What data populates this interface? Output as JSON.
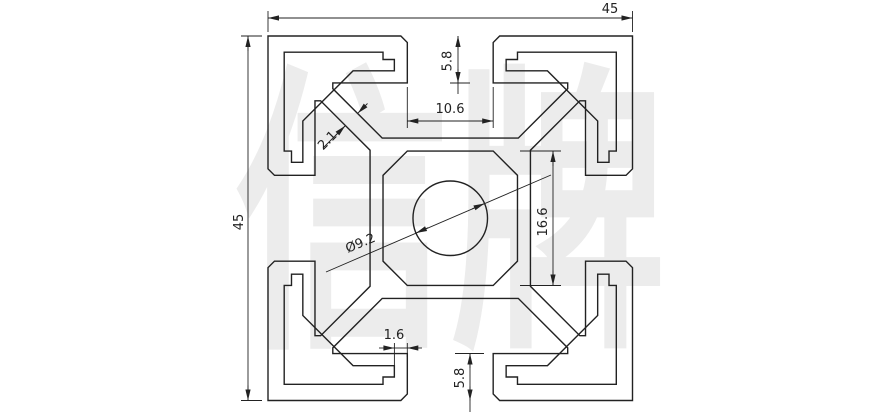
{
  "watermark": {
    "text": "信牌",
    "color": "#ececec"
  },
  "drawing": {
    "stroke_color": "#222222",
    "dims": {
      "overall_width": "45",
      "overall_height": "45",
      "slot_depth_top": "5.8",
      "slot_opening_width": "10.6",
      "web_thickness": "2.1",
      "center_cavity_size": "16.6",
      "center_hole_diameter": "Ø9.2",
      "wall_thickness": "1.6",
      "slot_depth_bottom": "5.8"
    }
  }
}
